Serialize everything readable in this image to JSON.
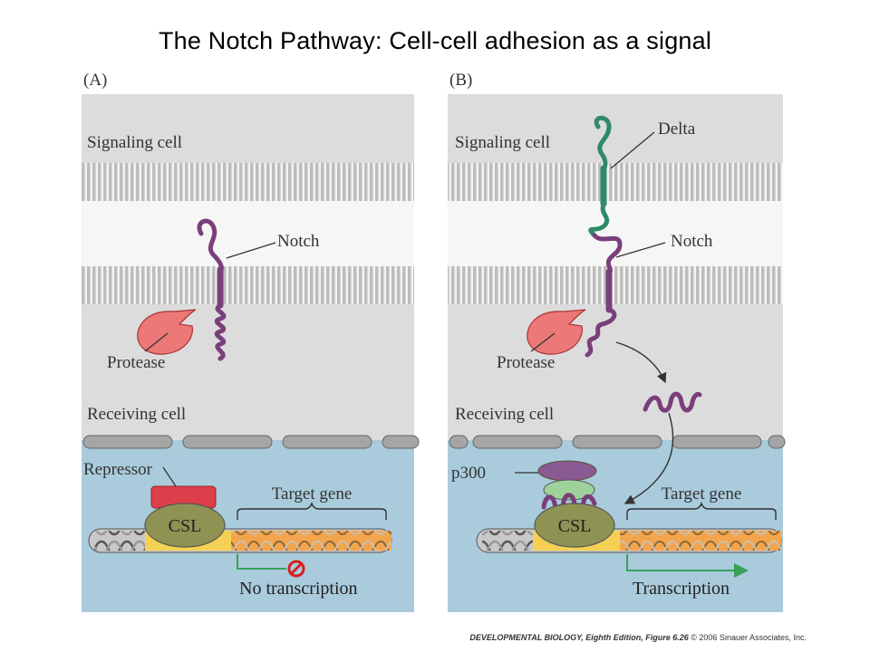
{
  "title": "The Notch Pathway: Cell-cell adhesion as a signal",
  "panels": {
    "A": {
      "label": "(A)",
      "signaling_cell": "Signaling cell",
      "notch": "Notch",
      "protease": "Protease",
      "receiving_cell": "Receiving cell",
      "repressor": "Repressor",
      "csl": "CSL",
      "target_gene": "Target gene",
      "result": "No transcription"
    },
    "B": {
      "label": "(B)",
      "signaling_cell": "Signaling cell",
      "delta": "Delta",
      "notch": "Notch",
      "protease": "Protease",
      "receiving_cell": "Receiving cell",
      "p300": "p300",
      "csl": "CSL",
      "target_gene": "Target gene",
      "result": "Transcription"
    }
  },
  "credit": {
    "book": "DEVELOPMENTAL BIOLOGY, Eighth Edition, Figure 6.26",
    "copyright": "© 2006 Sinauer Associates, Inc."
  },
  "colors": {
    "cytoplasm": "#dcdcdc",
    "nucleus": "#a9cbdc",
    "membrane": "#c4c4c4",
    "notch": "#7a3f7a",
    "delta": "#2f8a66",
    "protease": "#ec7878",
    "repressor": "#dd3f4a",
    "csl": "#8e9354",
    "gene": "#f3a54e",
    "arrow": "#3aa05a"
  }
}
